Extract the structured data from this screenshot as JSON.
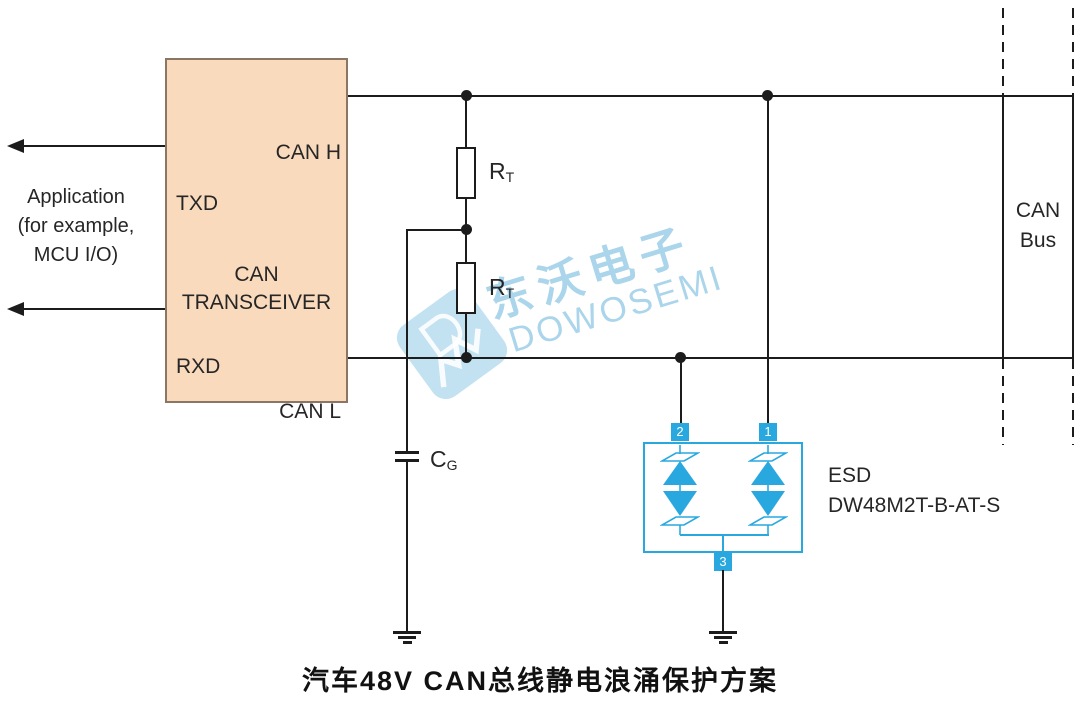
{
  "diagram": {
    "title": "汽车48V CAN总线静电浪涌保护方案",
    "application_label": {
      "line1": "Application",
      "line2": "(for example,",
      "line3": "MCU I/O)"
    },
    "transceiver": {
      "name_line1": "CAN",
      "name_line2": "TRANSCEIVER",
      "pin_txd": "TXD",
      "pin_rxd": "RXD",
      "pin_canh": "CAN H",
      "pin_canl": "CAN L"
    },
    "rt1": {
      "symbol": "R",
      "subscript": "T"
    },
    "rt2": {
      "symbol": "R",
      "subscript": "T"
    },
    "cg": {
      "symbol": "C",
      "subscript": "G"
    },
    "esd": {
      "label_line1": "ESD",
      "label_line2": "DW48M2T-B-AT-S",
      "pin_top_left": "2",
      "pin_top_right": "1",
      "pin_bottom": "3"
    },
    "can_bus": {
      "line1": "CAN",
      "line2": "Bus"
    },
    "watermark": {
      "cn": "东沃电子",
      "en": "DOWOSEMI"
    }
  },
  "colors": {
    "line": "#1c1c1c",
    "text": "#262626",
    "title_color": "#111111",
    "transceiver_fill": "#F9DABC",
    "transceiver_border": "#8a7663",
    "resistor_fill": "#ffffff",
    "esd_cyan": "#29A8DF",
    "watermark_blue": "#A6D3EA",
    "watermark_logo_bg": "#B9DDEF"
  }
}
